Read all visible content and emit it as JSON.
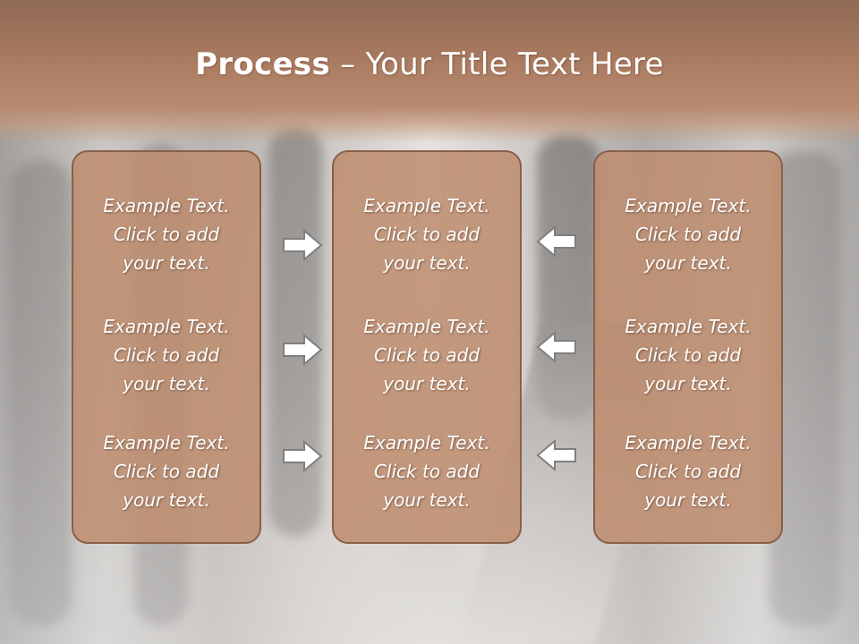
{
  "slide": {
    "title_bold": "Process",
    "title_rest": " – Your Title Text Here"
  },
  "columns": [
    {
      "blocks": [
        [
          "Example Text.",
          "Click  to add",
          "your text."
        ],
        [
          "Example Text.",
          "Click  to add",
          "your text."
        ],
        [
          "Example Text.",
          "Click  to add",
          "your text."
        ]
      ]
    },
    {
      "blocks": [
        [
          "Example Text.",
          "Click  to add",
          "your text."
        ],
        [
          "Example Text.",
          "Click  to add",
          "your text."
        ],
        [
          "Example Text.",
          "Click  to add",
          "your text."
        ]
      ]
    },
    {
      "blocks": [
        [
          "Example Text.",
          "Click  to add",
          "your text."
        ],
        [
          "Example Text.",
          "Click  to add",
          "your text."
        ],
        [
          "Example Text.",
          "Click  to add",
          "your text."
        ]
      ]
    }
  ],
  "arrows": {
    "left_group": "right-arrow-icon",
    "right_group": "left-arrow-icon"
  },
  "colors": {
    "header": "#a87a60",
    "panel_fill": "#be8d6f",
    "panel_border": "#8a5f4a",
    "arrow_fill": "#ffffff",
    "arrow_stroke": "#7f7f7f"
  }
}
